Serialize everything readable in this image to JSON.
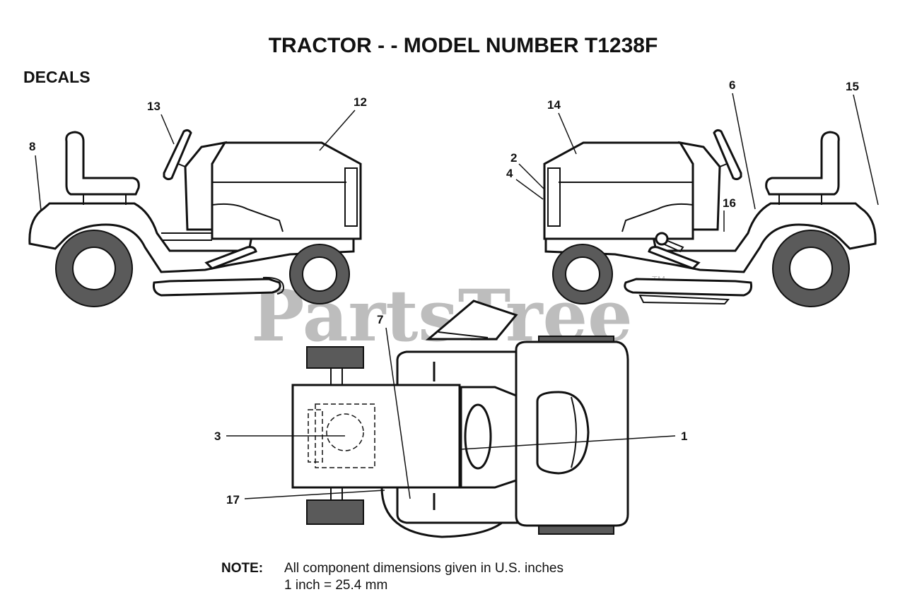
{
  "title": "TRACTOR - - MODEL NUMBER T1238F",
  "section_heading": "DECALS",
  "watermark": "PartsTree",
  "watermark_tm": "TM",
  "callouts": {
    "c1": "1",
    "c2": "2",
    "c3": "3",
    "c4": "4",
    "c6": "6",
    "c7": "7",
    "c8": "8",
    "c12": "12",
    "c13": "13",
    "c14": "14",
    "c15": "15",
    "c16": "16",
    "c17": "17"
  },
  "note": {
    "label": "NOTE:",
    "line1": "All component dimensions given in U.S. inches",
    "line2": "1 inch = 25.4 mm"
  }
}
